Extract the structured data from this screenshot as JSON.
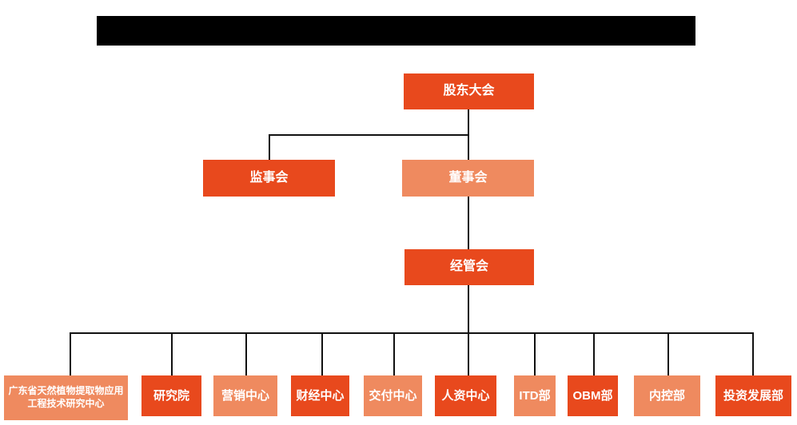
{
  "colors": {
    "primary": "#e8491d",
    "secondary": "#ef8a5f",
    "line": "#111111",
    "title_bar": "#000000",
    "node_text": "#ffffff",
    "background": "#ffffff"
  },
  "header": {
    "redacted": true,
    "visible_text": ""
  },
  "org_chart": {
    "nodes": {
      "shareholders": {
        "label": "股东大会",
        "variant": "primary"
      },
      "supervisory": {
        "label": "监事会",
        "variant": "primary"
      },
      "board": {
        "label": "董事会",
        "variant": "secondary"
      },
      "management": {
        "label": "经管会",
        "variant": "primary"
      },
      "departments": [
        {
          "label": "广东省天然植物提取物应用工程技术研究中心",
          "variant": "secondary"
        },
        {
          "label": "研究院",
          "variant": "primary"
        },
        {
          "label": "营销中心",
          "variant": "secondary"
        },
        {
          "label": "财经中心",
          "variant": "primary"
        },
        {
          "label": "交付中心",
          "variant": "secondary"
        },
        {
          "label": "人资中心",
          "variant": "primary"
        },
        {
          "label": "ITD部",
          "variant": "secondary"
        },
        {
          "label": "OBM部",
          "variant": "primary"
        },
        {
          "label": "内控部",
          "variant": "secondary"
        },
        {
          "label": "投资发展部",
          "variant": "primary"
        }
      ]
    },
    "edges": [
      "shareholders->supervisory",
      "shareholders->board",
      "board->management",
      "management->all departments"
    ]
  }
}
